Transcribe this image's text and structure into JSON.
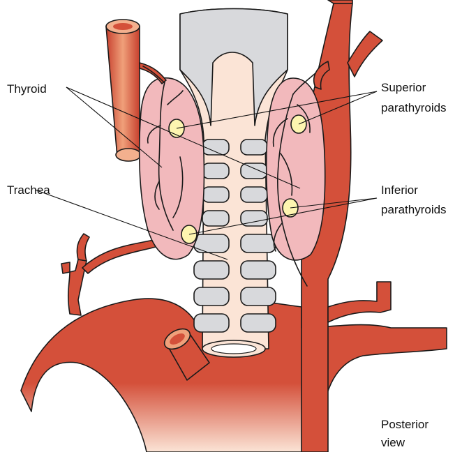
{
  "labels": {
    "thyroid": "Thyroid",
    "trachea": "Trachea",
    "superior_line1": "Superior",
    "superior_line2": "parathyroids",
    "inferior_line1": "Inferior",
    "inferior_line2": "parathyroids",
    "view_line1": "Posterior",
    "view_line2": "view"
  },
  "colors": {
    "artery": "#d4503a",
    "artery_light": "#f3d6c8",
    "thyroid": "#f2b9bc",
    "trachea": "#fbe4d6",
    "cartilage": "#d8d9dc",
    "parathyroid": "#fdf5b0",
    "vein": "#d23a2c"
  }
}
